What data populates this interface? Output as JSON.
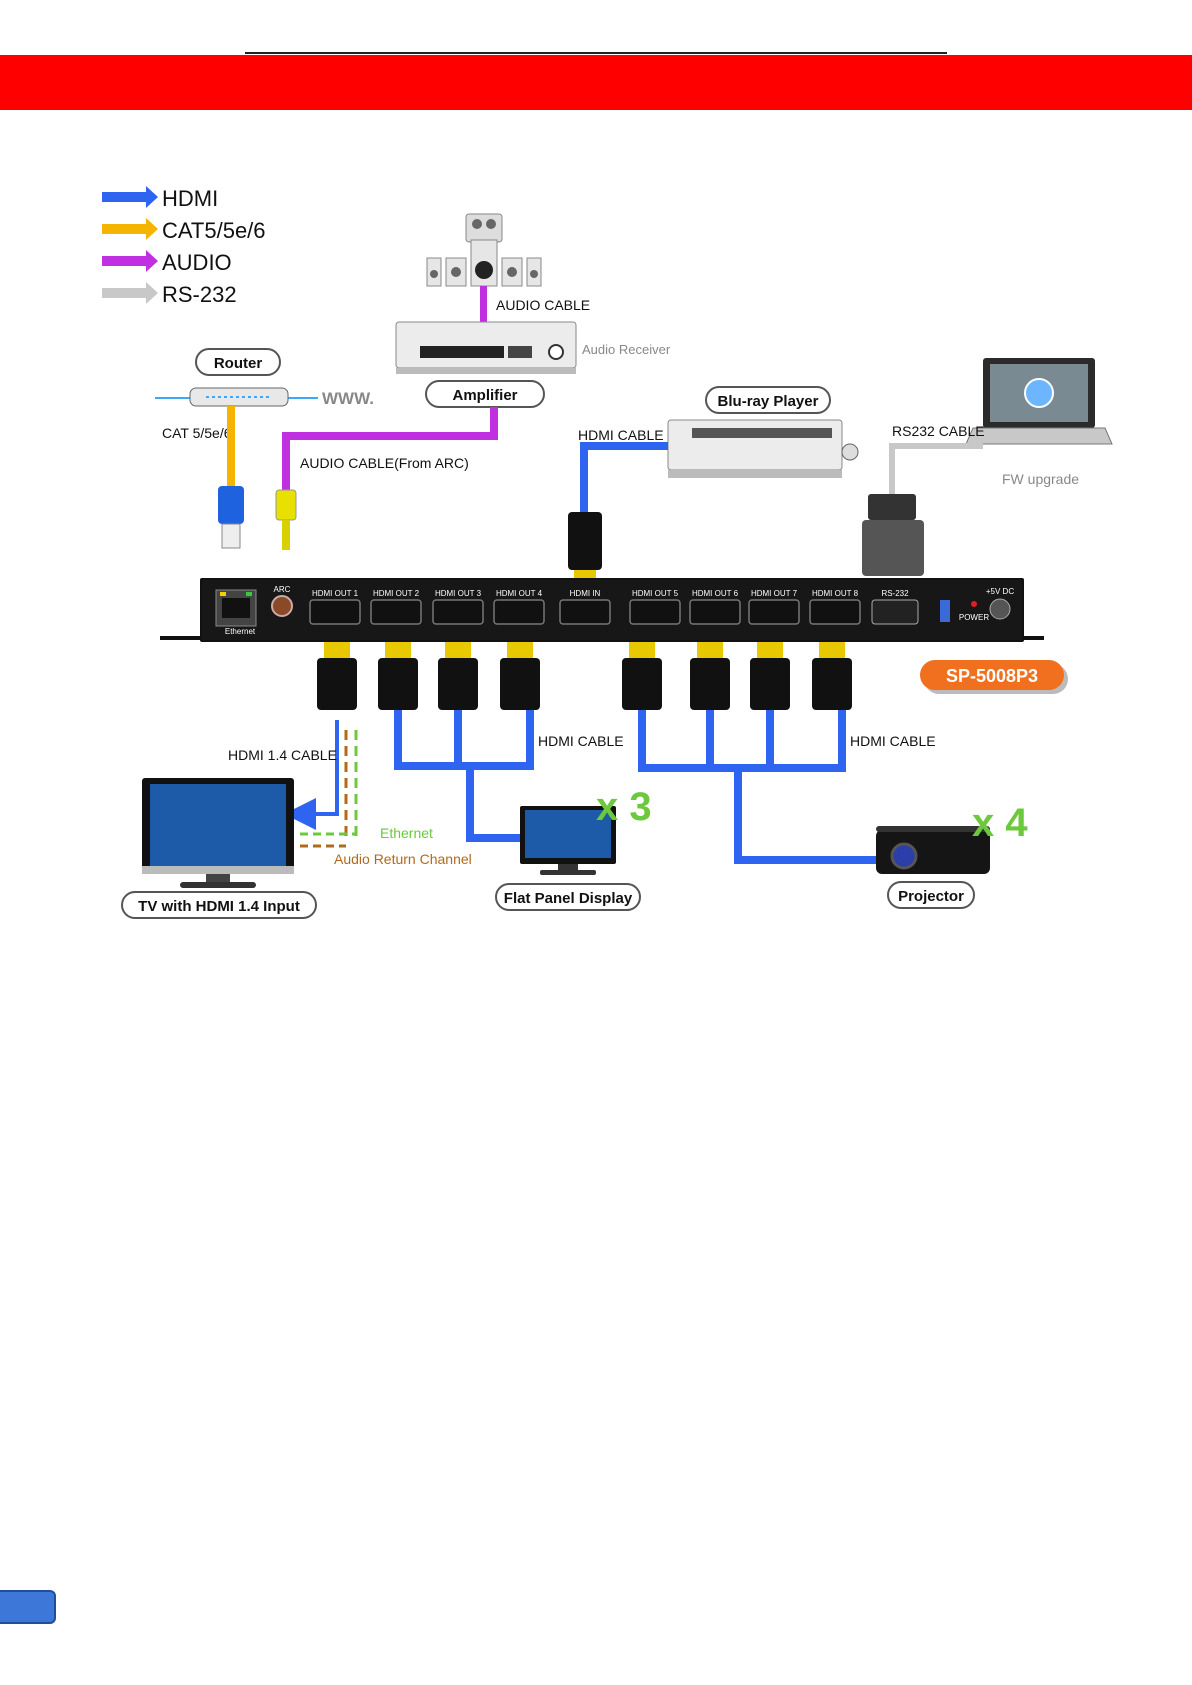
{
  "colors": {
    "header_red": "#ff0000",
    "hdmi": "#2f64f0",
    "cat": "#f5b400",
    "audio": "#c030e0",
    "rs232": "#c8c8c8",
    "page_tab": "#3d78d8",
    "sp_badge": "#f07020",
    "multiplier": "#6cc83c"
  },
  "legend": [
    {
      "label": "HDMI",
      "color": "#2f64f0"
    },
    {
      "label": "CAT5/5e/6",
      "color": "#f5b400"
    },
    {
      "label": "AUDIO",
      "color": "#c030e0"
    },
    {
      "label": "RS-232",
      "color": "#c8c8c8"
    }
  ],
  "devices": {
    "router": "Router",
    "amplifier": "Amplifier",
    "bluray": "Blu-ray Player",
    "tv": "TV with HDMI 1.4 Input",
    "flat_panel": "Flat Panel Display",
    "projector": "Projector"
  },
  "cable_labels": {
    "audio_cable": "AUDIO CABLE",
    "audio_receiver": "Audio Receiver",
    "www": "WWW.",
    "cat": "CAT 5/5e/6",
    "audio_arc": "AUDIO CABLE(From ARC)",
    "hdmi_cable_bluray": "HDMI CABLE",
    "rs232_cable": "RS232 CABLE",
    "fw_upgrade": "FW upgrade",
    "hdmi14": "HDMI 1.4 CABLE",
    "hdmi_cable_mid": "HDMI CABLE",
    "hdmi_cable_right": "HDMI CABLE",
    "ethernet": "Ethernet",
    "arc_channel": "Audio Return Channel"
  },
  "multipliers": {
    "flat_panel": "x 3",
    "projector": "x 4"
  },
  "switch": {
    "model": "SP-5008P3",
    "ports": [
      "HDMI OUT 1",
      "HDMI OUT 2",
      "HDMI OUT 3",
      "HDMI OUT 4",
      "HDMI IN",
      "HDMI OUT 5",
      "HDMI OUT 6",
      "HDMI OUT 7",
      "HDMI OUT 8"
    ],
    "ethernet": "Ethernet",
    "arc": "ARC",
    "rs232": "RS-232",
    "dc": "+5V DC",
    "power": "POWER"
  }
}
